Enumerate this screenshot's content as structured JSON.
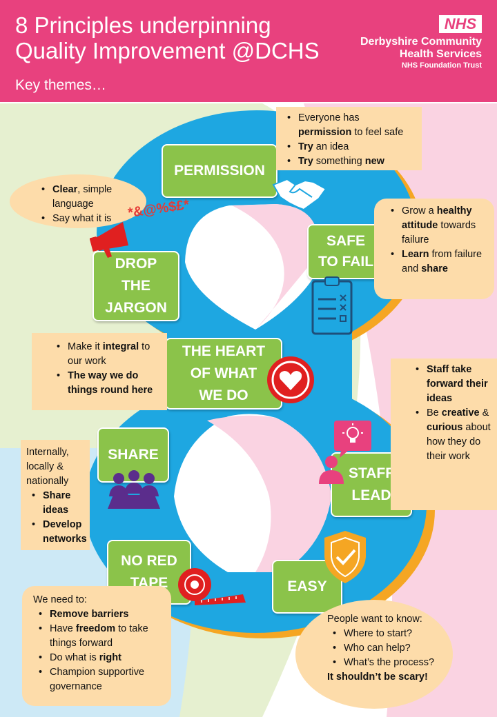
{
  "header": {
    "title": "8 Principles underpinning\nQuality Improvement @DCHS",
    "subtitle": "Key themes…",
    "logo_text": "NHS",
    "org_line1": "Derbyshire Community",
    "org_line2": "Health Services",
    "org_line3": "NHS Foundation Trust"
  },
  "colors": {
    "header_pink": "#e8417e",
    "eight_blue": "#1ea7e1",
    "eight_orange": "#f5a623",
    "box_green": "#8bc34a",
    "note_peach": "#fddcaa",
    "heart_red": "#e02020"
  },
  "principles": {
    "permission": "PERMISSION",
    "safe_to_fail": "SAFE\nTO FAIL",
    "drop_the_jargon": "DROP\nTHE\nJARGON",
    "heart": "THE HEART\nOF WHAT\nWE DO",
    "share": "SHARE",
    "staff_lead": "STAFF\nLEAD",
    "no_red_tape": "NO RED\nTAPE",
    "easy": "EASY"
  },
  "notes": {
    "permission": [
      {
        "pre": "Everyone has ",
        "bold": "permission",
        "post": " to feel safe"
      },
      {
        "pre": "",
        "bold": "Try",
        "post": " an idea"
      },
      {
        "pre": "",
        "bold": "Try",
        "post": " something ",
        "bold2": "new"
      }
    ],
    "jargon": [
      {
        "pre": "",
        "bold": "Clear",
        "post": ", simple language"
      },
      {
        "pre": "Say what it is",
        "bold": "",
        "post": ""
      }
    ],
    "safe_to_fail": [
      {
        "pre": "Grow a ",
        "bold": "healthy attitude",
        "post": " towards failure"
      },
      {
        "pre": "",
        "bold": "Learn",
        "post": " from failure and ",
        "bold2": "share"
      }
    ],
    "heart": [
      {
        "pre": "Make it ",
        "bold": "integral",
        "post": " to our work"
      },
      {
        "pre": "",
        "bold": "The way we do things round here",
        "post": ""
      }
    ],
    "staff_lead": [
      {
        "pre": "",
        "bold": "Staff take forward their ideas",
        "post": ""
      },
      {
        "pre": "Be ",
        "bold": "creative",
        "post": " & ",
        "bold2": "curious",
        "post2": " about how they do their work"
      }
    ],
    "share_lead": "Internally, locally & nationally",
    "share": [
      {
        "pre": "",
        "bold": "Share ideas",
        "post": ""
      },
      {
        "pre": "",
        "bold": "Develop networks",
        "post": ""
      }
    ],
    "red_tape_lead": "We need to:",
    "red_tape": [
      {
        "pre": "",
        "bold": "Remove barriers",
        "post": ""
      },
      {
        "pre": "Have ",
        "bold": "freedom",
        "post": " to take things forward"
      },
      {
        "pre": "Do what is ",
        "bold": "right",
        "post": ""
      },
      {
        "pre": "Champion supportive governance",
        "bold": "",
        "post": ""
      }
    ],
    "easy_lead": "People want to know:",
    "easy": [
      {
        "pre": "Where to start?",
        "bold": "",
        "post": ""
      },
      {
        "pre": "Who can help?",
        "bold": "",
        "post": ""
      },
      {
        "pre": "What’s the process?",
        "bold": "",
        "post": ""
      }
    ],
    "easy_tail": "It shouldn’t be scary!"
  },
  "swear_text": "*&@%$£*",
  "icons": [
    "handshake-icon",
    "megaphone-icon",
    "clipboard-icon",
    "heart-icon",
    "group-icon",
    "idea-person-icon",
    "tape-measure-icon",
    "shield-check-icon"
  ]
}
